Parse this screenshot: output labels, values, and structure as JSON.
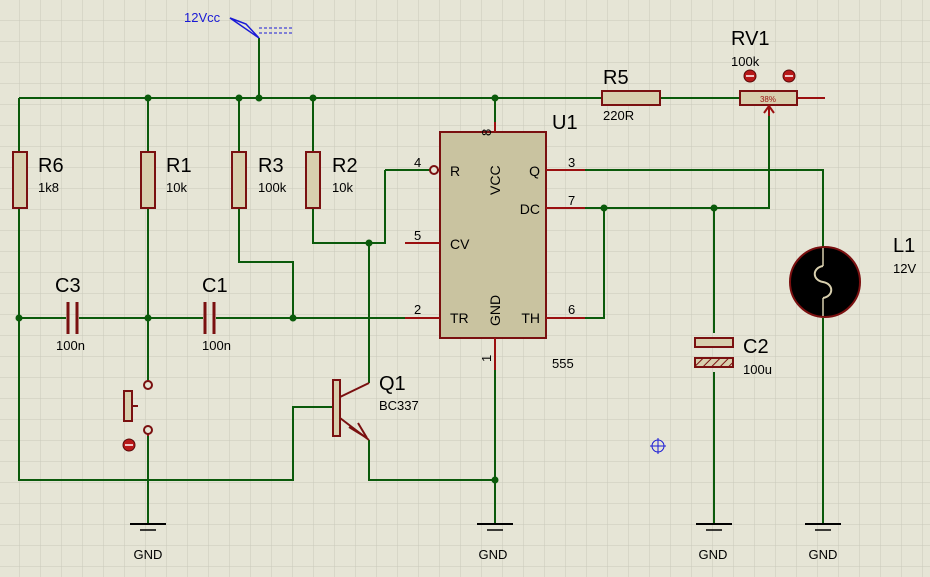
{
  "power": {
    "label": "12Vcc",
    "color": "#1a1ad6"
  },
  "ground_label": "GND",
  "components": {
    "r6": {
      "ref": "R6",
      "value": "1k8"
    },
    "r1": {
      "ref": "R1",
      "value": "10k"
    },
    "r3": {
      "ref": "R3",
      "value": "100k"
    },
    "r2": {
      "ref": "R2",
      "value": "10k"
    },
    "r5": {
      "ref": "R5",
      "value": "220R"
    },
    "rv1": {
      "ref": "RV1",
      "value": "100k",
      "position": "38%"
    },
    "c3": {
      "ref": "C3",
      "value": "100n"
    },
    "c1": {
      "ref": "C1",
      "value": "100n"
    },
    "c2": {
      "ref": "C2",
      "value": "100u"
    },
    "q1": {
      "ref": "Q1",
      "value": "BC337"
    },
    "l1": {
      "ref": "L1",
      "value": "12V"
    },
    "u1": {
      "ref": "U1",
      "value": "555",
      "pins": {
        "r": "R",
        "vcc": "VCC",
        "q": "Q",
        "dc": "DC",
        "cv": "CV",
        "tr": "TR",
        "gnd": "GND",
        "th": "TH"
      },
      "pin_numbers": {
        "r": "4",
        "vcc": "8",
        "q": "3",
        "dc": "7",
        "cv": "5",
        "tr": "2",
        "gnd": "1",
        "th": "6"
      }
    }
  },
  "colors": {
    "background": "#e6e5d6",
    "grid": "#c9c9bb",
    "wire": "#0b5a0b",
    "component_outline": "#7a1010",
    "component_fill": "#d8cfae",
    "chip_fill": "#c9c3a0",
    "lamp_fill": "#000000"
  }
}
